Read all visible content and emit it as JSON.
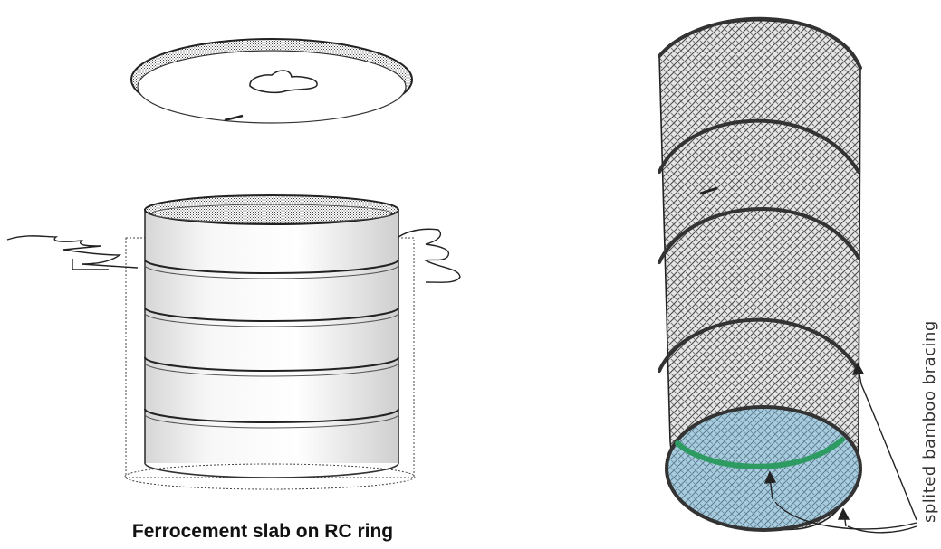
{
  "left_figure": {
    "caption": "Ferrocement slab on RC ring",
    "ring_count": 5
  },
  "right_figure": {
    "caption": "splited bamboo bracing",
    "brace_count": 4
  },
  "colors": {
    "outline": "#222222",
    "hatch": "#555555",
    "ring_fill": "#f1f1f1",
    "base_fill": "#a9cde0",
    "bamboo_strip": "#2e9b63"
  }
}
